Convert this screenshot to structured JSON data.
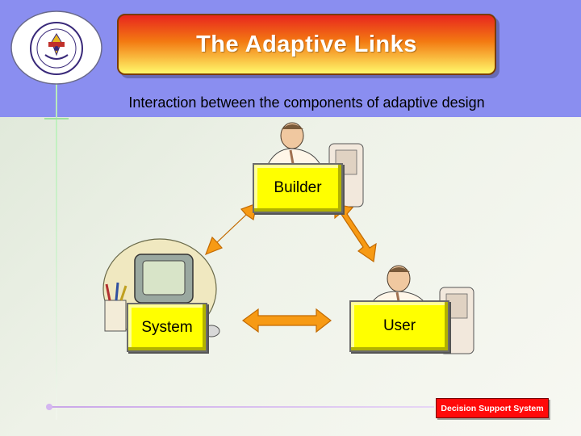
{
  "slide": {
    "title": "The Adaptive Links",
    "subtitle": "Interaction between the components of adaptive design",
    "footer": "Decision Support System"
  },
  "diagram": {
    "nodes": [
      {
        "id": "builder",
        "label": "Builder"
      },
      {
        "id": "system",
        "label": "System"
      },
      {
        "id": "user",
        "label": "User"
      }
    ],
    "links": [
      {
        "from": "builder",
        "to": "system",
        "direction": "both"
      },
      {
        "from": "builder",
        "to": "user",
        "direction": "both"
      },
      {
        "from": "system",
        "to": "user",
        "direction": "both"
      }
    ]
  },
  "images": {
    "logo": "university-seal",
    "builder_clipart": "person-at-computer",
    "user_clipart": "person-at-computer",
    "system_clipart": "computer-monitor-with-pencil-cup"
  },
  "colors": {
    "header_band": "#8a8ef0",
    "title_gradient_top": "#e8261e",
    "title_gradient_bottom": "#fff96b",
    "node_fill": "#ffff00",
    "arrow_fill": "#f79a14",
    "footer_badge": "#ff0a0a"
  }
}
